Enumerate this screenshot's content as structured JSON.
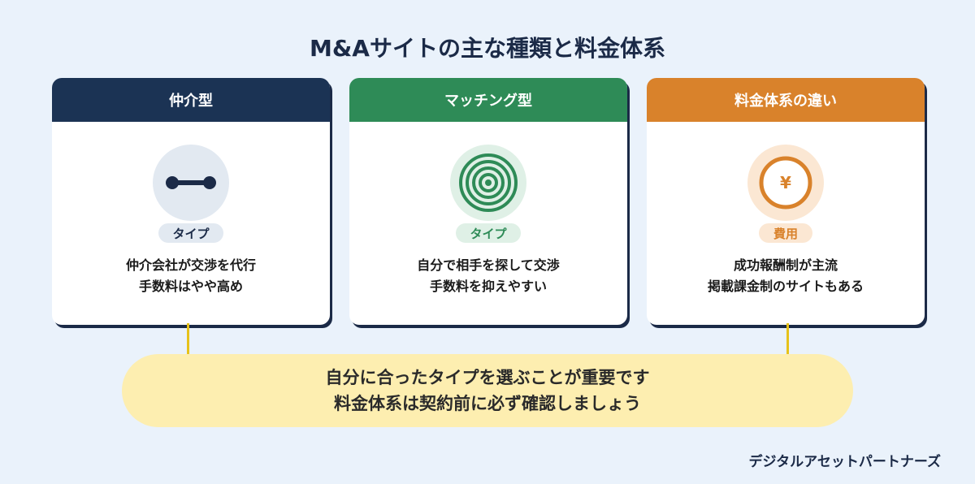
{
  "title": "M&Aサイトの主な種類と料金体系",
  "cards": [
    {
      "header": "仲介型",
      "header_color": "#1b3354",
      "icon": "connector-dumbbell-icon",
      "pill": "タイプ",
      "desc": [
        "仲介会社が交渉を代行",
        "手数料はやや高め"
      ]
    },
    {
      "header": "マッチング型",
      "header_color": "#2e8b57",
      "icon": "concentric-target-icon",
      "pill": "タイプ",
      "desc": [
        "自分で相手を探して交渉",
        "手数料を抑えやすい"
      ]
    },
    {
      "header": "料金体系の違い",
      "header_color": "#d9822b",
      "icon": "yen-coin-icon",
      "coin_symbol": "¥",
      "pill": "費用",
      "desc": [
        "成功報酬制が主流",
        "掲載課金制のサイトもある"
      ]
    }
  ],
  "callout": {
    "lines": [
      "自分に合ったタイプを選ぶことが重要です",
      "料金体系は契約前に必ず確認しましょう"
    ]
  },
  "brand": "デジタルアセットパートナーズ"
}
